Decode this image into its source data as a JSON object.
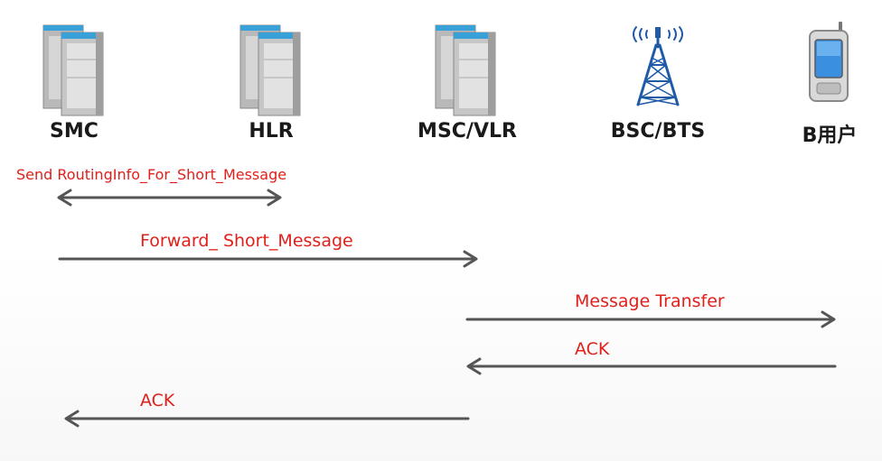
{
  "entities": [
    {
      "id": "smc",
      "label": "SMC",
      "icon": "server-icon"
    },
    {
      "id": "hlr",
      "label": "HLR",
      "icon": "server-icon"
    },
    {
      "id": "msc",
      "label": "MSC/VLR",
      "icon": "server-icon"
    },
    {
      "id": "bsc",
      "label": "BSC/BTS",
      "icon": "antenna-tower-icon"
    },
    {
      "id": "user",
      "label": "B用户",
      "icon": "mobile-phone-icon"
    }
  ],
  "messages": [
    {
      "label": "Send RoutingInfo_For_Short_Message",
      "direction": "bidirectional",
      "from": "SMC",
      "to": "HLR"
    },
    {
      "label": "Forward_ Short_Message",
      "direction": "right",
      "from": "SMC",
      "to": "MSC/VLR"
    },
    {
      "label": "Message Transfer",
      "direction": "right",
      "from": "MSC/VLR",
      "to": "B用户"
    },
    {
      "label": "ACK",
      "direction": "left",
      "from": "B用户",
      "to": "MSC/VLR"
    },
    {
      "label": "ACK",
      "direction": "left",
      "from": "MSC/VLR",
      "to": "SMC"
    }
  ],
  "colors": {
    "message_text": "#e0201b",
    "arrow": "#555555",
    "server_accent": "#3aa0d8",
    "tower": "#1e5aa8"
  }
}
